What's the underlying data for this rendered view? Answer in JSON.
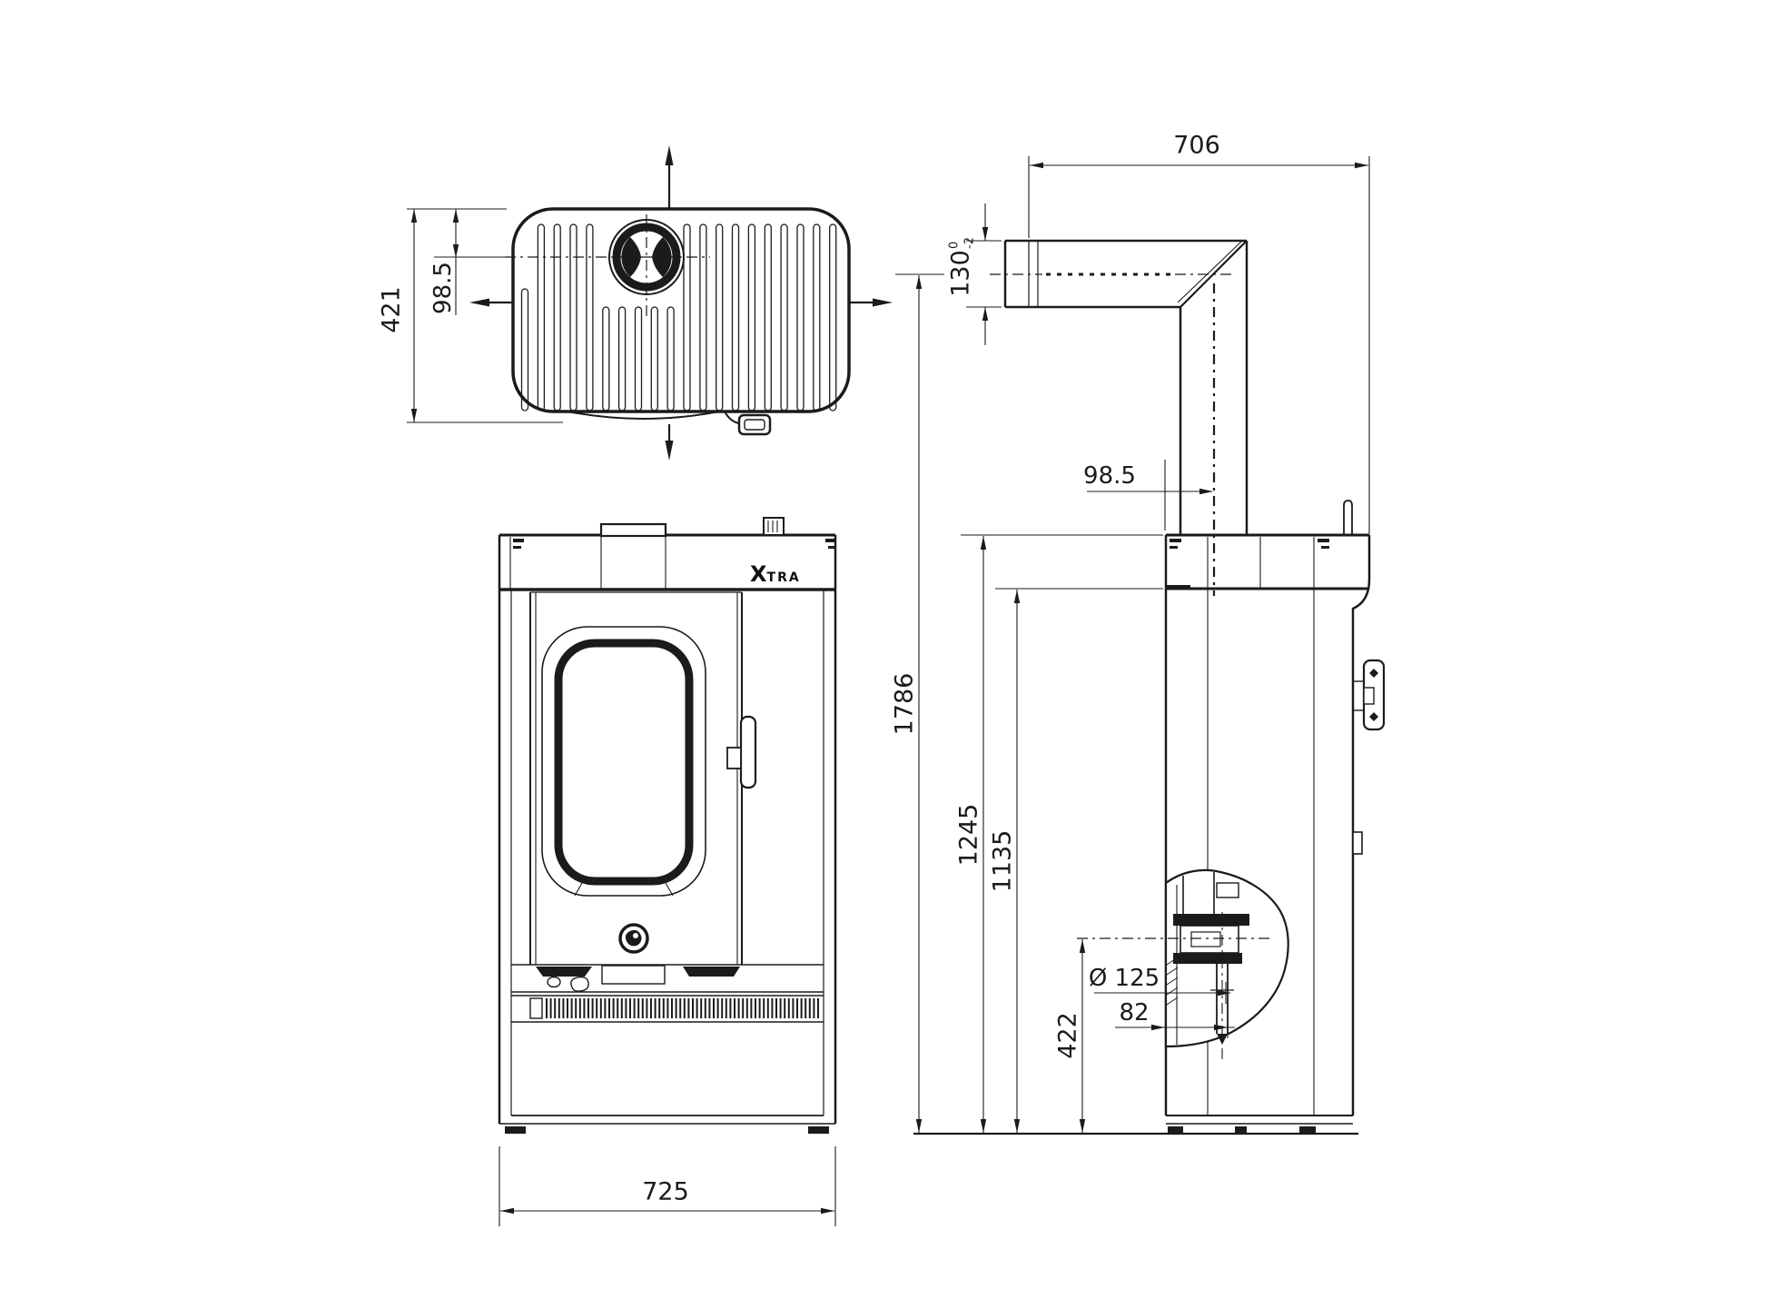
{
  "brand": {
    "initial": "X",
    "rest": "TRA"
  },
  "dims": {
    "top_depth": "421",
    "top_flue_offset": "98.5",
    "pipe_length": "706",
    "pipe_diameter": "130",
    "pipe_tol_upper": "0",
    "pipe_tol_lower": "-2",
    "flue_rear_offset": "98.5",
    "total_height": "1786",
    "body_top_height": "1245",
    "grille_height": "1135",
    "intake_height": "422",
    "intake_diameter": "Ø 125",
    "intake_offset": "82",
    "front_width": "725"
  }
}
